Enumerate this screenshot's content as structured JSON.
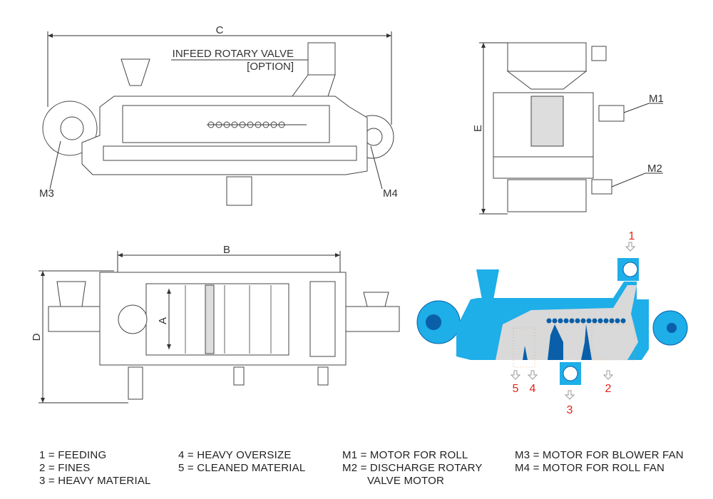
{
  "side_view": {
    "dimension_c": "C",
    "infeed_line1": "INFEED ROTARY VALVE",
    "infeed_line2": "[OPTION]",
    "m3": "M3",
    "m4": "M4"
  },
  "end_view": {
    "dimension_e": "E",
    "m1": "M1",
    "m2": "M2"
  },
  "top_view": {
    "dimension_b": "B",
    "dimension_a": "A",
    "dimension_d": "D"
  },
  "flow_diagram": {
    "labels": [
      "1",
      "2",
      "3",
      "4",
      "5"
    ],
    "colors": {
      "body": "#1eaee8",
      "dark": "#0a5fa8",
      "interior": "#d9d9d9",
      "particles": "#e8945a",
      "labels": "#e2231a"
    }
  },
  "legend": {
    "col1": [
      "1 = FEEDING",
      "2 = FINES",
      "3 = HEAVY MATERIAL"
    ],
    "col2": [
      "4 = HEAVY OVERSIZE",
      "5 = CLEANED MATERIAL"
    ],
    "col3": [
      "M1 = MOTOR FOR ROLL",
      "M2 = DISCHARGE ROTARY",
      "        VALVE MOTOR"
    ],
    "col4": [
      "M3 = MOTOR FOR BLOWER FAN",
      "M4 = MOTOR FOR ROLL FAN"
    ]
  }
}
